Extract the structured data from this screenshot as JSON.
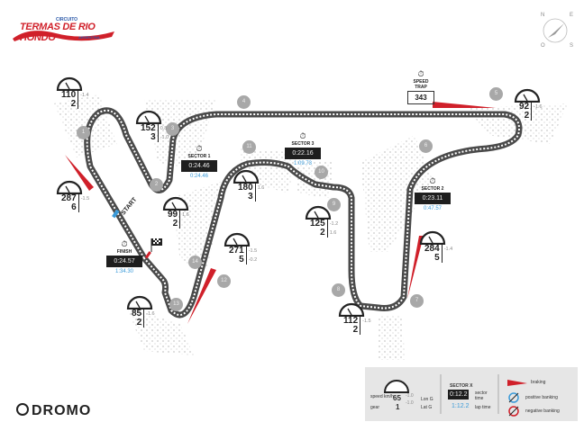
{
  "logo": {
    "top": "CIRCUITO",
    "main": "TERMAS DE RIO HONDO",
    "sub": "ARGENTINA"
  },
  "brand": "DROMO",
  "compass": {
    "n": "N",
    "s": "S",
    "e": "E",
    "o": "O"
  },
  "speed_trap": {
    "label": "SPEED TRAP",
    "value": "343"
  },
  "sectors": [
    {
      "label": "SECTOR 1",
      "time": "0:24.46",
      "lap": "0:24.46"
    },
    {
      "label": "SECTOR 2",
      "time": "0:23.11",
      "lap": "0:47.57"
    },
    {
      "label": "SECTOR 3",
      "time": "0:22.16",
      "lap": "1:09.73"
    },
    {
      "label": "FINISH",
      "time": "0:24.57",
      "lap": "1:34.30"
    }
  ],
  "start_label": "START",
  "gauges": [
    {
      "speed": "110",
      "gear": "2",
      "lat1": "-1.4",
      "lat2": ""
    },
    {
      "speed": "152",
      "gear": "3",
      "lat1": "0.8",
      "lat2": "-1.0"
    },
    {
      "speed": "287",
      "gear": "6",
      "lat1": "-1.5",
      "lat2": ""
    },
    {
      "speed": "99",
      "gear": "2",
      "lat1": "",
      "lat2": "1.6"
    },
    {
      "speed": "180",
      "gear": "3",
      "lat1": "",
      "lat2": "1.6"
    },
    {
      "speed": "125",
      "gear": "2",
      "lat1": "-1.2",
      "lat2": "1.6"
    },
    {
      "speed": "92",
      "gear": "2",
      "lat1": "",
      "lat2": "-1.6"
    },
    {
      "speed": "284",
      "gear": "5",
      "lat1": "-1.4",
      "lat2": ""
    },
    {
      "speed": "271",
      "gear": "5",
      "lat1": "-1.5",
      "lat2": "-0.2"
    },
    {
      "speed": "85",
      "gear": "2",
      "lat1": "-1.6",
      "lat2": ""
    },
    {
      "speed": "112",
      "gear": "2",
      "lat1": "",
      "lat2": "-1.5"
    }
  ],
  "turns": [
    "1",
    "2",
    "3",
    "4",
    "5",
    "6",
    "7",
    "8",
    "9",
    "10",
    "11",
    "12",
    "13",
    "14"
  ],
  "legend": {
    "speed": "speed km/h",
    "gear": "gear",
    "lon": "Lon G",
    "lat": "Lat G",
    "sample_speed": "65",
    "sample_gear": "1",
    "sample_lon": "-1.0",
    "sample_lat": "-1.0",
    "sector_label": "SECTOR X",
    "sector_time": "0:12.2",
    "lap_time": "1:12.2",
    "sector_time_label": "sector time",
    "lap_time_label": "lap time",
    "braking": "braking",
    "positive": "positive banking",
    "negative": "negative banking"
  },
  "colors": {
    "brake": "#d0202a",
    "lap": "#3a9ad8",
    "track": "#555555"
  }
}
